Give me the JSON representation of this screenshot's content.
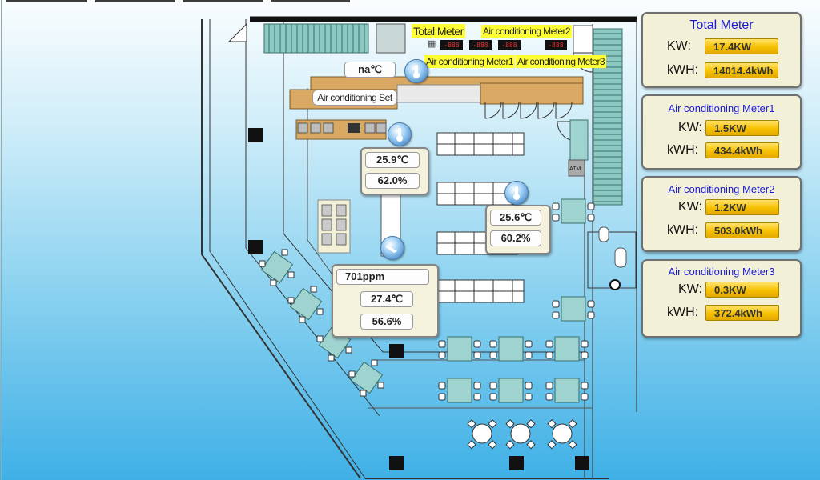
{
  "floorplan": {
    "labels": {
      "total_meter": "Total Meter",
      "ac_meter1": "Air conditioning Meter1",
      "ac_meter2": "Air conditioning Meter2",
      "ac_meter3": "Air conditioning Meter3",
      "ac_set": "Air conditioning Set",
      "atm": "ATM"
    },
    "meter_digits": [
      "-888",
      "-888",
      "-888",
      "-888"
    ],
    "readings": {
      "top_temp": "na℃",
      "sensor1_temp": "25.9℃",
      "sensor1_humidity": "62.0%",
      "sensor2_temp": "25.6℃",
      "sensor2_humidity": "60.2%",
      "co2": "701ppm",
      "sensor3_temp": "27.4℃",
      "sensor3_humidity": "56.6%"
    }
  },
  "meters": [
    {
      "title": "Total Meter",
      "kw_label": "KW:",
      "kw": "17.4KW",
      "kwh_label": "kWH:",
      "kwh": "14014.4kWh"
    },
    {
      "title": "Air conditioning Meter1",
      "kw_label": "KW:",
      "kw": "1.5KW",
      "kwh_label": "kWH:",
      "kwh": "434.4kWh"
    },
    {
      "title": "Air conditioning Meter2",
      "kw_label": "KW:",
      "kw": "1.2KW",
      "kwh_label": "kWH:",
      "kwh": "503.0kWh"
    },
    {
      "title": "Air conditioning Meter3",
      "kw_label": "KW:",
      "kw": "0.3KW",
      "kwh_label": "kWH:",
      "kwh": "372.4kWh"
    }
  ],
  "colors": {
    "accent_gold": "#f6c000",
    "title_blue": "#1a1ad8",
    "label_yellow": "#ffff33"
  }
}
